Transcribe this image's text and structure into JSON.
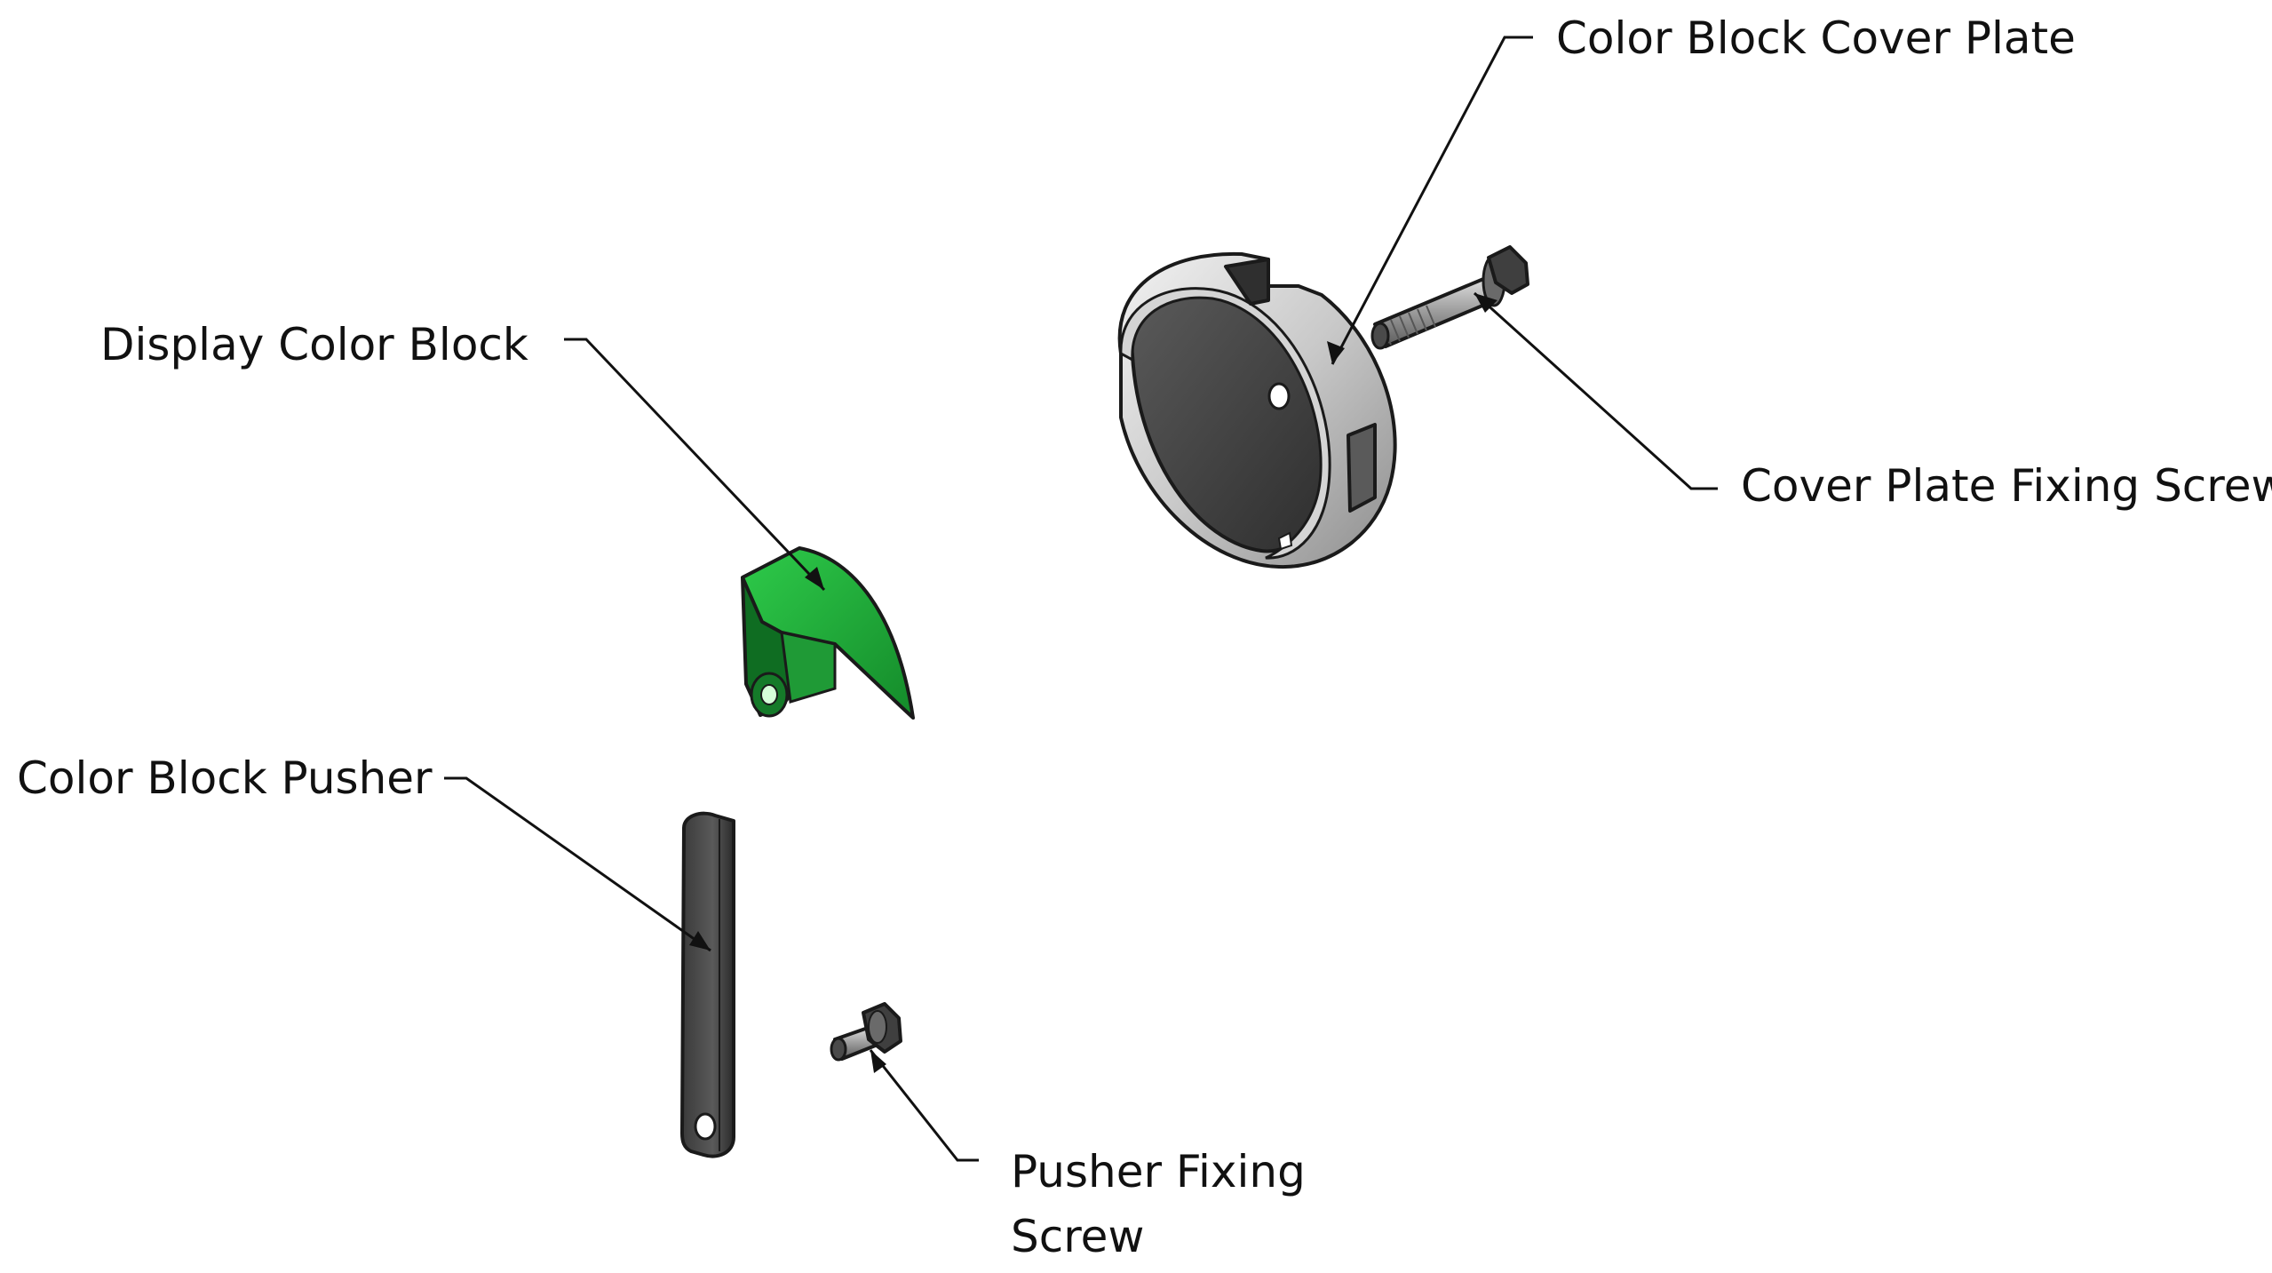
{
  "diagram": {
    "parts": [
      {
        "id": "color_block_cover_plate",
        "label": "Color Block Cover Plate"
      },
      {
        "id": "cover_plate_fixing_screw",
        "label": "Cover Plate Fixing Screw"
      },
      {
        "id": "display_color_block",
        "label": "Display Color Block"
      },
      {
        "id": "color_block_pusher",
        "label": "Color Block Pusher"
      },
      {
        "id": "pusher_fixing_screw",
        "label_line1": "Pusher Fixing",
        "label_line2": "Screw"
      }
    ],
    "colors": {
      "cover_plate": "#c8c8c8",
      "cover_plate_inner": "#4a4a4a",
      "color_block": "#1fa637",
      "pusher": "#4b4b4b",
      "screw": "#9a9a9a",
      "leader_lines": "#111111",
      "background": "#ffffff"
    }
  }
}
